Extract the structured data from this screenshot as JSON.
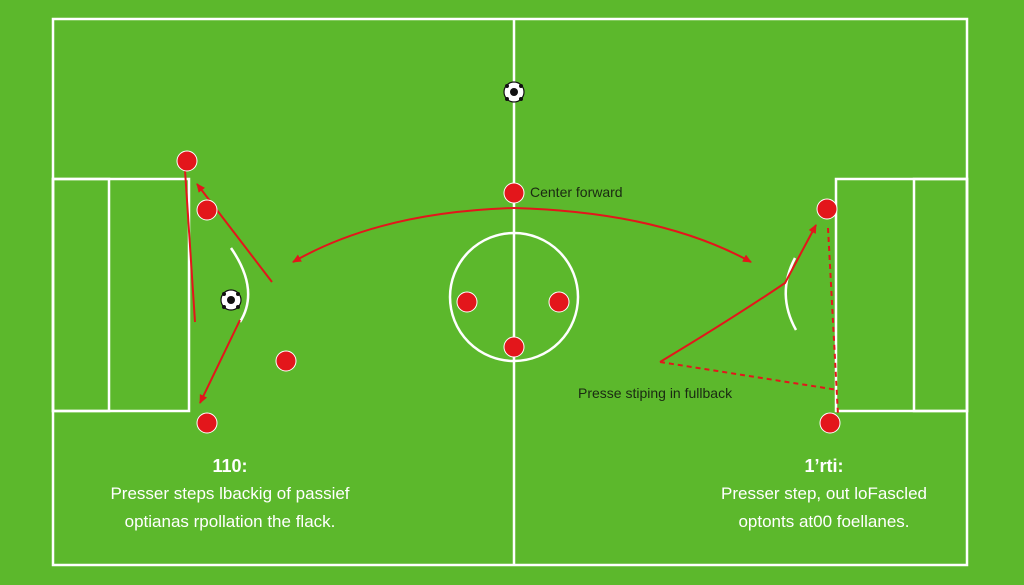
{
  "colors": {
    "grass": "#5cb82c",
    "lines": "#ffffff",
    "player": "#e3161b",
    "arrow": "#e3161b"
  },
  "labels": {
    "center_forward": "Center forward",
    "fullback_press": "Presse stiping in fullback"
  },
  "notes": {
    "left": {
      "heading": "110:",
      "line1": "Presser steps lbackig of passief",
      "line2": "optianas rpollation the flack."
    },
    "right": {
      "heading": "1’rti:",
      "line1": "Presser step, out loFascled",
      "line2": "optonts at00 foellanes."
    }
  },
  "icons": [
    "soccer-ball-icon",
    "player-marker-icon"
  ]
}
